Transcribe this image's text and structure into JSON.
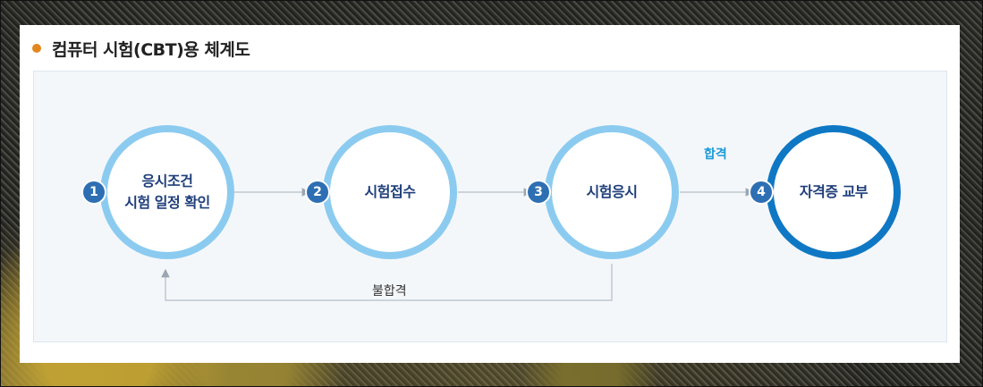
{
  "section": {
    "title": "컴퓨터 시험(CBT)용 체계도"
  },
  "steps": [
    {
      "number": "1",
      "lines": [
        "응시조건",
        "시험 일정 확인"
      ]
    },
    {
      "number": "2",
      "lines": [
        "시험접수"
      ]
    },
    {
      "number": "3",
      "lines": [
        "시험응시"
      ]
    },
    {
      "number": "4",
      "lines": [
        "자격증 교부"
      ]
    }
  ],
  "edges": {
    "pass_label": "합격",
    "fail_label": "불합격"
  },
  "colors": {
    "bullet": "#e2871d",
    "circle_border": "#8ccbf0",
    "final_circle_border": "#0f78c4",
    "number_badge": "#2e6fb3",
    "label_text": "#1f3f7a",
    "pass_text": "#1a9ad6"
  }
}
